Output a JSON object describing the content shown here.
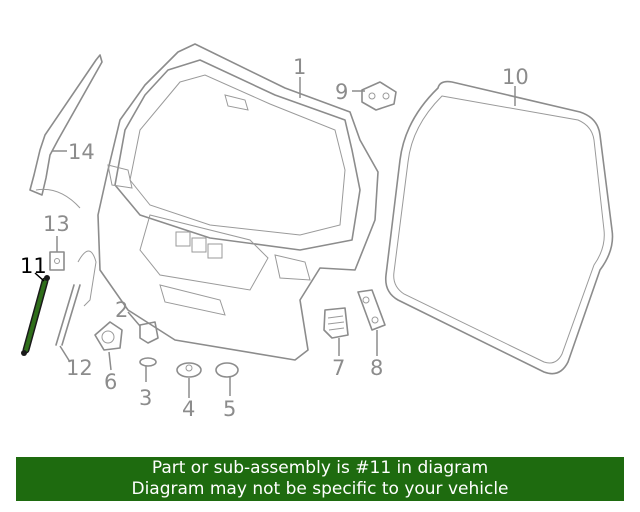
{
  "callouts": {
    "c1": "1",
    "c2": "2",
    "c3": "3",
    "c4": "4",
    "c5": "5",
    "c6": "6",
    "c7": "7",
    "c8": "8",
    "c9": "9",
    "c10": "10",
    "c11": "11",
    "c12": "12",
    "c13": "13",
    "c14": "14"
  },
  "highlight": {
    "part": "11",
    "color": "#2f6e1a"
  },
  "banner": {
    "line1": "Part or sub-assembly is #11 in diagram",
    "line2": "Diagram may not be specific to your vehicle",
    "color": "#1e6b0f"
  }
}
